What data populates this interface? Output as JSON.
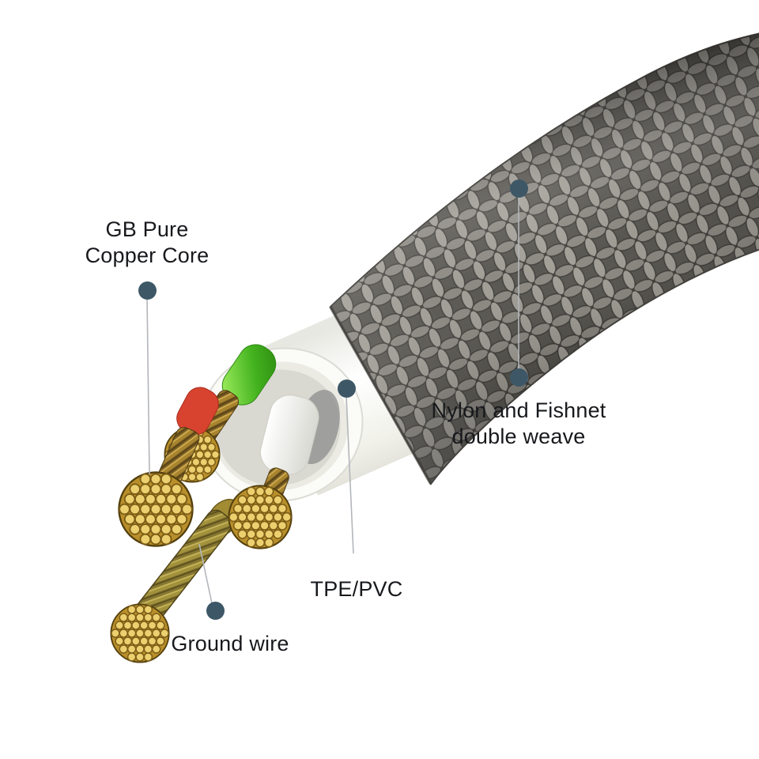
{
  "diagram": {
    "background": "#ffffff",
    "callout_dot_color": "#3d5766",
    "callout_line_color": "#b3b6ba",
    "label_text_color": "#17191c",
    "callouts": {
      "copper_core": {
        "line1": "GB Pure",
        "line2": "Copper Core"
      },
      "nylon_weave": {
        "line1": "Nylon and Fishnet",
        "line2": "double weave"
      },
      "tpe_pvc": {
        "label": "TPE/PVC"
      },
      "ground_wire": {
        "label": "Ground wire"
      }
    },
    "materials": {
      "braid_sleeve": "#8b8881",
      "outer_jacket": "#f6f6f2",
      "copper_strands": "#ecd06f",
      "wire_insulation_green": "#55c02c",
      "wire_insulation_red": "#d84330",
      "wire_insulation_white": "#f4f4f0",
      "ground_twist": "#a3923c"
    }
  }
}
